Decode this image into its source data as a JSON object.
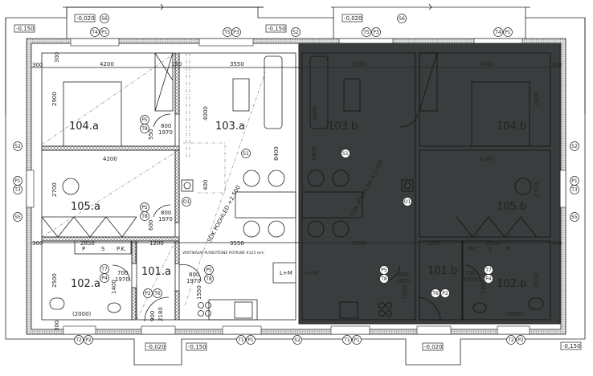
{
  "rooms": [
    "104.a",
    "103.a",
    "105.a",
    "102.a",
    "101.a",
    "103.b",
    "104.b",
    "105.b",
    "101.b",
    "102.b"
  ],
  "levels": {
    "terrace": "-0,020",
    "ground": "-0,150"
  },
  "dimensions": {
    "w4200": "4200",
    "w3550": "3550",
    "w2850": "2850",
    "w1200": "1200",
    "w300": "300",
    "w150": "150",
    "h2900": "2900",
    "h4000": "4000",
    "h8400": "8400",
    "h2700": "2700",
    "h2500": "2500",
    "h1400": "1400",
    "h400": "400",
    "h1550": "1550",
    "h550": "550",
    "h600": "600",
    "h900": "900",
    "h2180": "2180",
    "d800": "800",
    "d700": "700",
    "d1970": "1970",
    "bath": "(2000)"
  },
  "tags": {
    "S6": "S6",
    "T4": "T4",
    "P1": "P1",
    "T5": "T5",
    "P3": "P3",
    "S2": "S2",
    "S1": "S1",
    "S5": "S5",
    "T3": "T3",
    "T8": "T8",
    "P5": "P5",
    "O1": "O1",
    "T7": "T7",
    "P4": "P4",
    "P2": "P2",
    "T6": "T6",
    "T2": "T2",
    "T1": "T1"
  },
  "notes": {
    "ceiling": "SDK PODHLED +2,500",
    "gas_pipe": "VERTIKÁLNÍ PLYNOTĚSNÉ POTRUBÍ #125 mm",
    "fridge": "L+M",
    "p": "P",
    "s": "S",
    "pk": "P.K."
  },
  "colors": {
    "highlight_overlay": "#3a3d3e",
    "lines": "#222222"
  }
}
